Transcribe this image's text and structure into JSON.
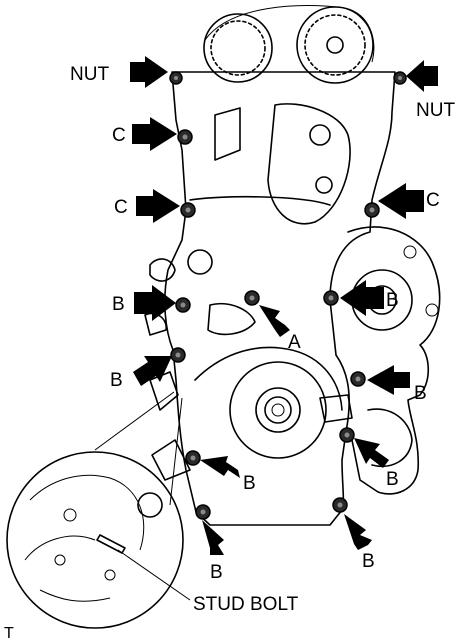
{
  "labels": {
    "nut_left": "NUT",
    "nut_right": "NUT",
    "c_left_upper": "C",
    "c_left_lower": "C",
    "c_right": "C",
    "b_left_upper": "B",
    "b_right_upper": "B",
    "a_center": "A",
    "b_left_lower": "B",
    "b_right_mid": "B",
    "b_right_lower": "B",
    "b_bottom_center": "B",
    "b_bottom_left": "B",
    "b_bottom_right": "B",
    "stud_bolt": "STUD BOLT",
    "corner_code": "T"
  }
}
